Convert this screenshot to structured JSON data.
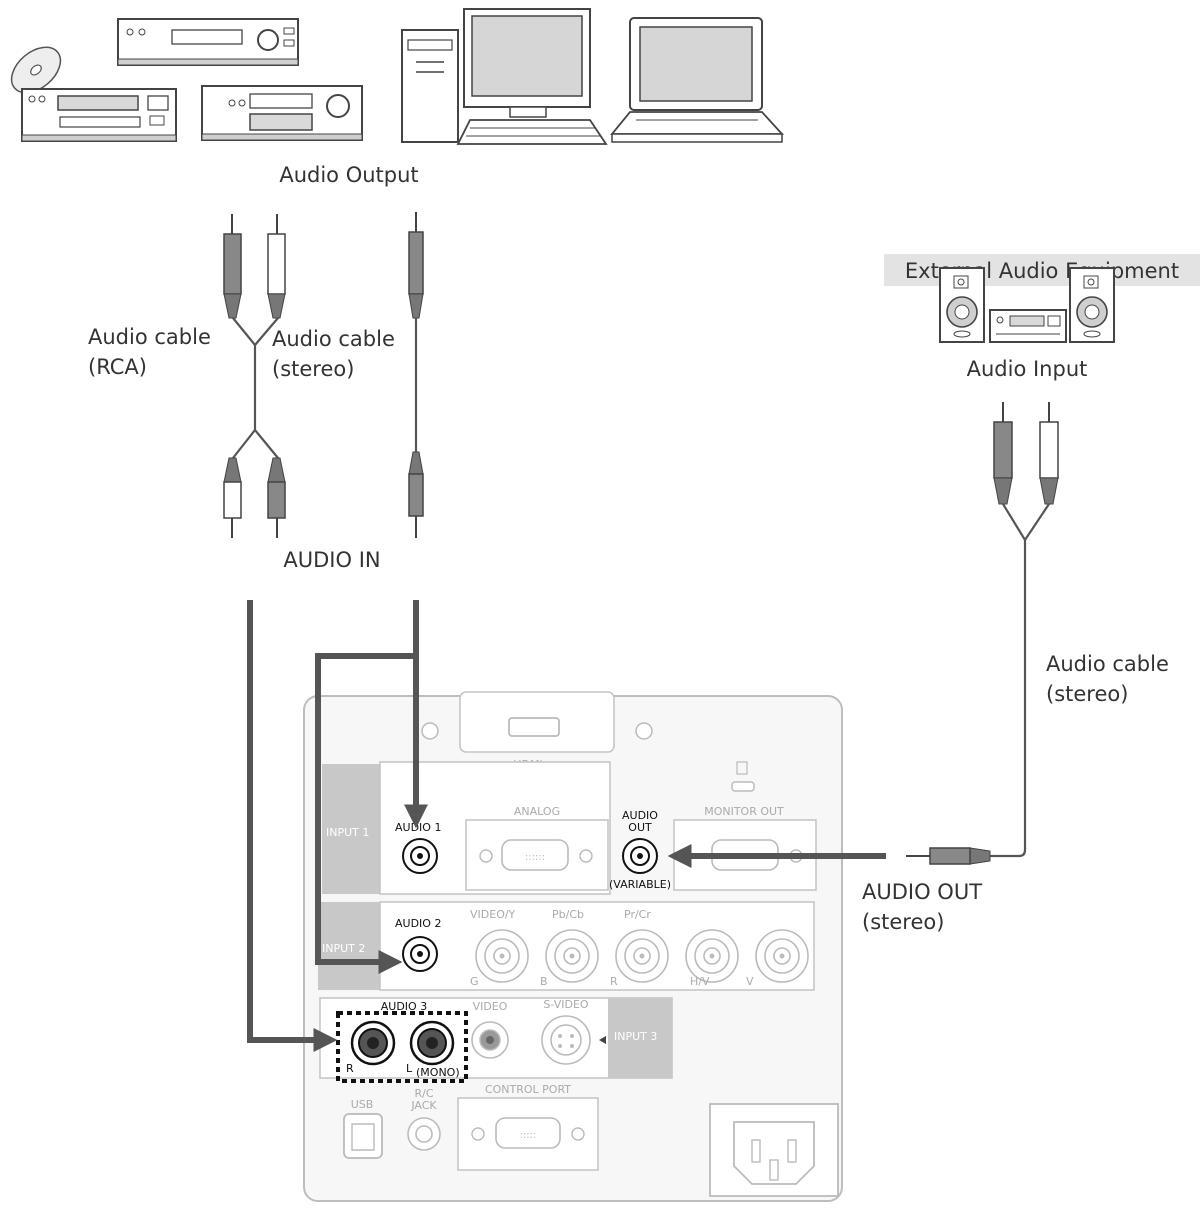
{
  "labels": {
    "audio_output": "Audio Output",
    "audio_cable_rca_l1": "Audio cable",
    "audio_cable_rca_l2": "(RCA)",
    "audio_cable_stereo_l1": "Audio cable",
    "audio_cable_stereo_l2": "(stereo)",
    "audio_in": "AUDIO IN",
    "external_audio_equipment": "External Audio Equipment",
    "audio_input": "Audio Input",
    "right_audio_cable_l1": "Audio cable",
    "right_audio_cable_l2": "(stereo)",
    "audio_out_l1": "AUDIO OUT",
    "audio_out_l2": "(stereo)"
  },
  "panel": {
    "hdmi": "HDMI",
    "input1": "INPUT 1",
    "input2": "INPUT 2",
    "input3": "INPUT 3",
    "audio1": "AUDIO 1",
    "audio2": "AUDIO 2",
    "audio3": "AUDIO 3",
    "analog": "ANALOG",
    "audio_out_top": "AUDIO",
    "audio_out_bottom": "OUT",
    "variable": "(VARIABLE)",
    "monitor_out": "MONITOR OUT",
    "video_y": "VIDEO/Y",
    "pb_cb": "Pb/Cb",
    "pr_cr": "Pr/Cr",
    "g": "G",
    "b": "B",
    "r_rgb": "R",
    "hv": "H/V",
    "v": "V",
    "video": "VIDEO",
    "s_video": "S-VIDEO",
    "r": "R",
    "l": "L",
    "mono": "(MONO)",
    "usb": "USB",
    "rc_top": "R/C",
    "rc_bottom": "JACK",
    "control_port": "CONTROL PORT"
  },
  "colors": {
    "accent_box": "#e3e3e3",
    "panel_stroke": "#bdbdbd",
    "signal_line": "#555555",
    "input_label_bg": "#c8c8c8"
  }
}
